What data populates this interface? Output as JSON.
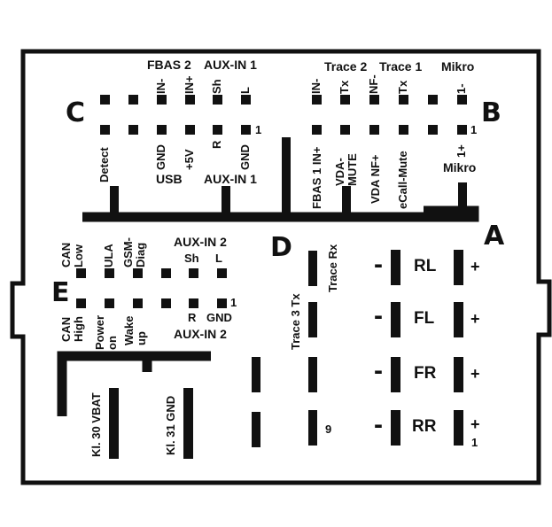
{
  "sections": {
    "C": "C",
    "B": "B",
    "A": "A",
    "D": "D",
    "E": "E"
  },
  "top_labels": {
    "fbas2": "FBAS 2",
    "auxin1": "AUX-IN 1",
    "trace2": "Trace 2",
    "trace1": "Trace 1",
    "mikro": "Mikro"
  },
  "upper_row_pins": {
    "in_minus": "IN-",
    "in_plus": "IN+",
    "sh": "Sh",
    "l": "L",
    "in_minus_b": "IN-",
    "tx": "Tx",
    "nf_minus": "NF-",
    "tx_b": "Tx",
    "one_minus": "1-"
  },
  "lower_row_pins_left": {
    "detect": "Detect",
    "gnd": "GND",
    "plus5v": "+5V",
    "r": "R",
    "gnd_b": "GND",
    "pin1": "1"
  },
  "lower_row_pins_right": {
    "fbas1in": "FBAS 1 IN+",
    "vda_mute": "VDA-\nMUTE",
    "vda_nf": "VDA NF+",
    "ecall": "eCall-Mute",
    "one_plus": "1+",
    "pin1": "1"
  },
  "group_labels": {
    "usb": "USB",
    "auxin1": "AUX-IN 1",
    "mikro": "Mikro"
  },
  "section_e": {
    "can_low": "CAN\nLow",
    "ula": "ULA",
    "gsm": "GSM-\nDiag",
    "auxin2_top": "AUX-IN 2",
    "sh": "Sh",
    "l": "L",
    "pin1": "1",
    "can_high": "CAN\nHigh",
    "power_on": "Power\non",
    "wake_up": "Wake\nup",
    "r": "R",
    "gnd": "GND",
    "auxin2_bottom": "AUX-IN 2",
    "kl30": "Kl. 30 VBAT",
    "kl31": "Kl. 31 GND"
  },
  "section_d": {
    "trace_rx": "Trace Rx",
    "trace3_tx": "Trace 3 Tx",
    "pin9": "9"
  },
  "speakers": [
    {
      "name": "RL",
      "minus": "-",
      "plus": "+",
      "extra": ""
    },
    {
      "name": "FL",
      "minus": "-",
      "plus": "+",
      "extra": ""
    },
    {
      "name": "FR",
      "minus": "-",
      "plus": "+",
      "extra": ""
    },
    {
      "name": "RR",
      "minus": "-",
      "plus": "+",
      "extra": "1"
    }
  ]
}
